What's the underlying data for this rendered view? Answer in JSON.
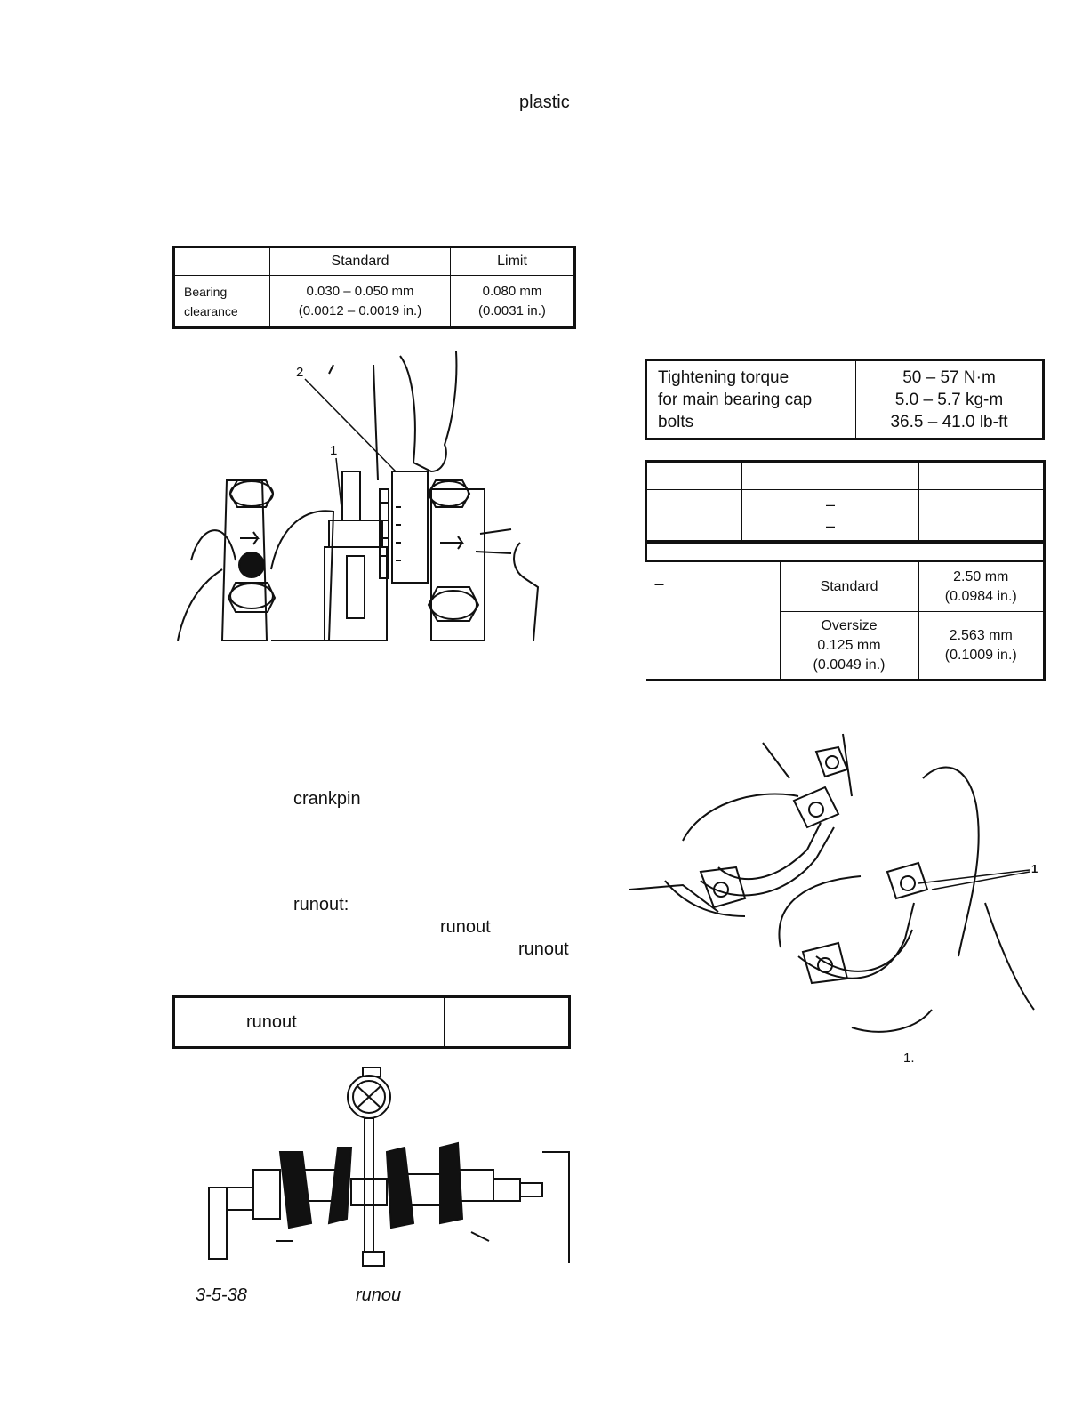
{
  "texts": {
    "plastic": "plastic",
    "crankpin": "crankpin",
    "runout_a": "runout:",
    "runout_b": "runout",
    "runout_c": "runout",
    "fig_ref": "3-5-38",
    "fig_caption": "runou",
    "fig_label_1": "1",
    "fig_label_2": "2",
    "right_fig_label": "1",
    "right_caption": "1."
  },
  "clearance_table": {
    "header_standard": "Standard",
    "header_limit": "Limit",
    "row_label_line1": "Bearing",
    "row_label_line2": "clearance",
    "standard_line1": "0.030 – 0.050 mm",
    "standard_line2": "(0.0012 – 0.0019 in.)",
    "limit_line1": "0.080 mm",
    "limit_line2": "(0.0031 in.)"
  },
  "torque_table": {
    "label_line1": "Tightening torque",
    "label_line2": "for main bearing cap",
    "label_line3": "bolts",
    "value_line1": "50 – 57 N·m",
    "value_line2": "5.0 – 5.7 kg-m",
    "value_line3": "36.5 – 41.0 lb-ft"
  },
  "blank_table": {
    "dash1": "–",
    "dash2": "–"
  },
  "thickness_table": {
    "row_dash": "–",
    "standard_label": "Standard",
    "standard_value_line1": "2.50 mm",
    "standard_value_line2": "(0.0984 in.)",
    "oversize_line1": "Oversize",
    "oversize_line2": "0.125 mm",
    "oversize_line3": "(0.0049 in.)",
    "oversize_value_line1": "2.563 mm",
    "oversize_value_line2": "(0.1009 in.)"
  },
  "runout_table": {
    "label": "runout",
    "value": ""
  }
}
